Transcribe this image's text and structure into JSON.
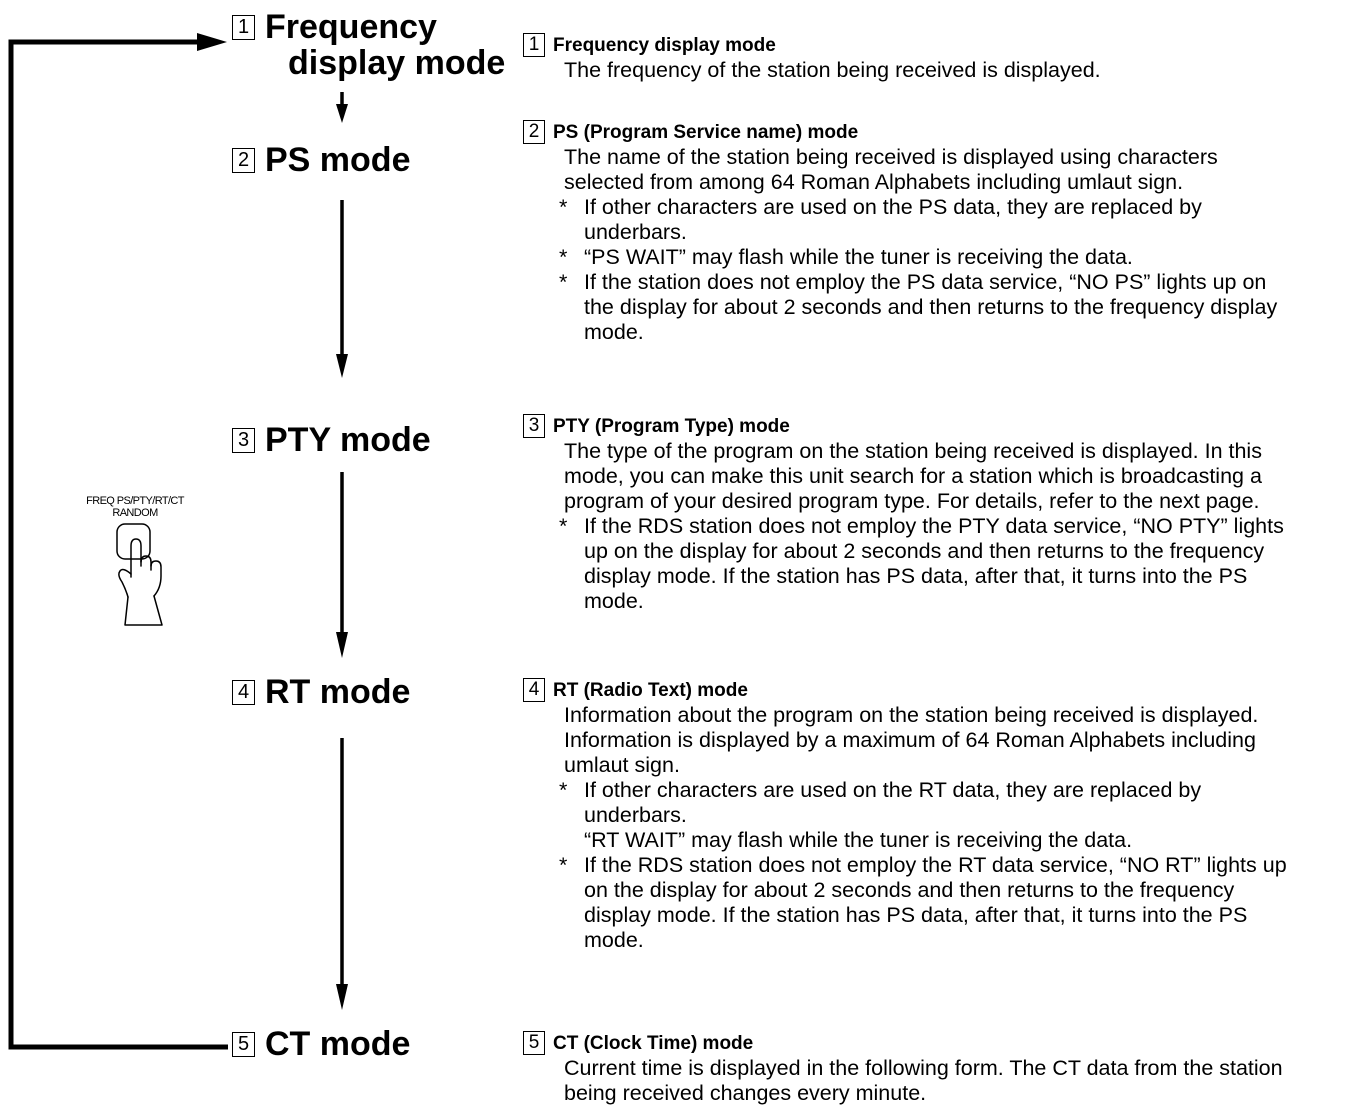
{
  "modes": [
    {
      "num": "1",
      "line1": "Frequency",
      "line2": "display mode"
    },
    {
      "num": "2",
      "label": "PS mode"
    },
    {
      "num": "3",
      "label": "PTY mode"
    },
    {
      "num": "4",
      "label": "RT mode"
    },
    {
      "num": "5",
      "label": "CT mode"
    }
  ],
  "button": {
    "line1": "FREQ PS/PTY/RT/CT",
    "line2": "RANDOM",
    "icon": "finger-press-icon"
  },
  "sections": {
    "s1": {
      "num": "1",
      "title": "Frequency display mode",
      "body": "The frequency of the station being received is displayed."
    },
    "s2": {
      "num": "2",
      "title": "PS (Program Service name) mode",
      "body_l1": "The name of the station being received is displayed using characters",
      "body_l2": "selected from among 64 Roman Alphabets including umlaut sign.",
      "n1_l1": "If other characters are used on the PS data, they are replaced by",
      "n1_l2": "underbars.",
      "n2_l1": "“PS WAIT” may flash while the tuner is receiving the data.",
      "n3_l1": "If the station does not employ the PS data service, “NO PS” lights up on",
      "n3_l2": "the display for about 2 seconds and then returns to the frequency display",
      "n3_l3": "mode."
    },
    "s3": {
      "num": "3",
      "title": "PTY (Program Type) mode",
      "body_l1": "The type of the program on the station being received is displayed. In this",
      "body_l2": "mode, you can make this unit search for a station which is broadcasting a",
      "body_l3": "program of your desired program type. For details, refer to the next page.",
      "n1_l1": "If the RDS station does not employ the PTY data service, “NO PTY” lights",
      "n1_l2": "up on the display for about  2 seconds and then returns to the frequency",
      "n1_l3": "display mode. If the station has PS data, after that, it turns into the PS",
      "n1_l4": "mode."
    },
    "s4": {
      "num": "4",
      "title": "RT (Radio Text) mode",
      "body_l1": "Information about the program on the station being received is displayed.",
      "body_l2": "Information is displayed by a maximum of 64 Roman Alphabets including",
      "body_l3": "umlaut sign.",
      "n1_l1": "If other characters are used on the RT data, they are replaced by",
      "n1_l2": "underbars.",
      "n1_l3": "“RT WAIT” may flash while the tuner is receiving the data.",
      "n2_l1": "If the RDS station does not employ the RT data service, “NO RT” lights up",
      "n2_l2": "on the display for about 2 seconds and then returns to the frequency",
      "n2_l3": "display mode. If the station has PS data, after that, it turns into the PS",
      "n2_l4": "mode."
    },
    "s5": {
      "num": "5",
      "title": "CT (Clock Time) mode",
      "body_l1": "Current time is displayed in the following form. The CT data from the station",
      "body_l2": "being received changes every minute."
    }
  },
  "star": "*"
}
